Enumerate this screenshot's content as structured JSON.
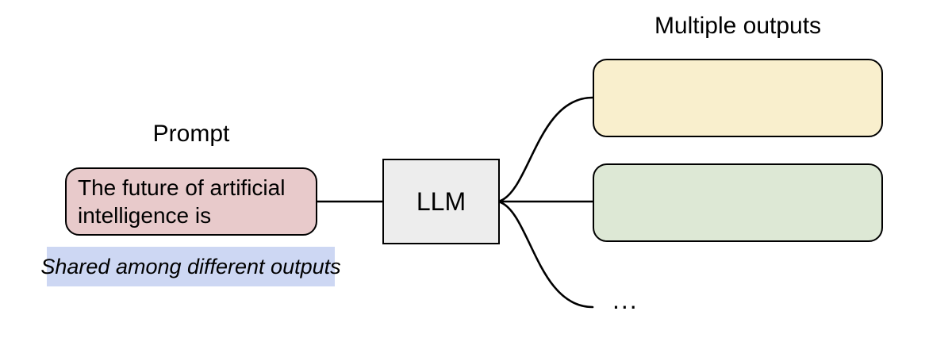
{
  "figure": {
    "prompt": {
      "label": "Prompt",
      "lines": [
        "The future of artificial",
        "intelligence is"
      ],
      "note": "Shared among different outputs"
    },
    "model": {
      "label": "LLM"
    },
    "outputs": {
      "label": "Multiple outputs",
      "ellipsis": "..."
    },
    "colors": {
      "prompt_fill": "#e8cacb",
      "note_fill": "#cdd7f3",
      "model_fill": "#ededed",
      "output1_fill": "#f9efcd",
      "output2_fill": "#dde8d5",
      "stroke": "#000000"
    }
  }
}
